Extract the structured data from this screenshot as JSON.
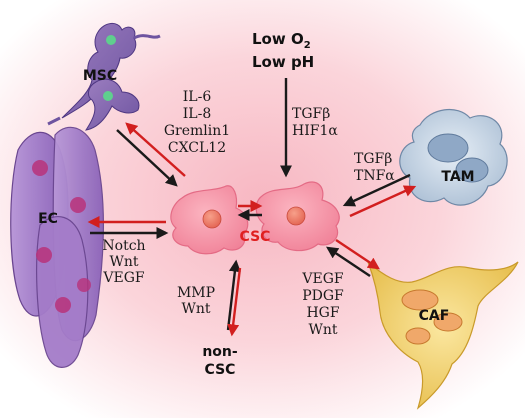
{
  "cells": {
    "msc": "MSC",
    "ec": "EC",
    "csc": "CSC",
    "tam": "TAM",
    "caf": "CAF",
    "non_csc_line1": "non-",
    "non_csc_line2": "CSC"
  },
  "conditions": {
    "oxygen_base": "Low O",
    "oxygen_sub": "2",
    "ph": "Low pH"
  },
  "factors": {
    "msc": [
      "IL-6",
      "IL-8",
      "Gremlin1",
      "CXCL12"
    ],
    "hypoxia": [
      "TGFβ",
      "HIF1α"
    ],
    "tam": [
      "TGFβ",
      "TNFα"
    ],
    "ec": [
      "Notch",
      "Wnt",
      "VEGF"
    ],
    "non_csc": [
      "MMP",
      "Wnt"
    ],
    "caf": [
      "VEGF",
      "PDGF",
      "HGF",
      "Wnt"
    ]
  },
  "colors": {
    "arrow_black": "#1a1a1a",
    "arrow_red": "#d21f1f",
    "csc_label": "#e02020"
  }
}
